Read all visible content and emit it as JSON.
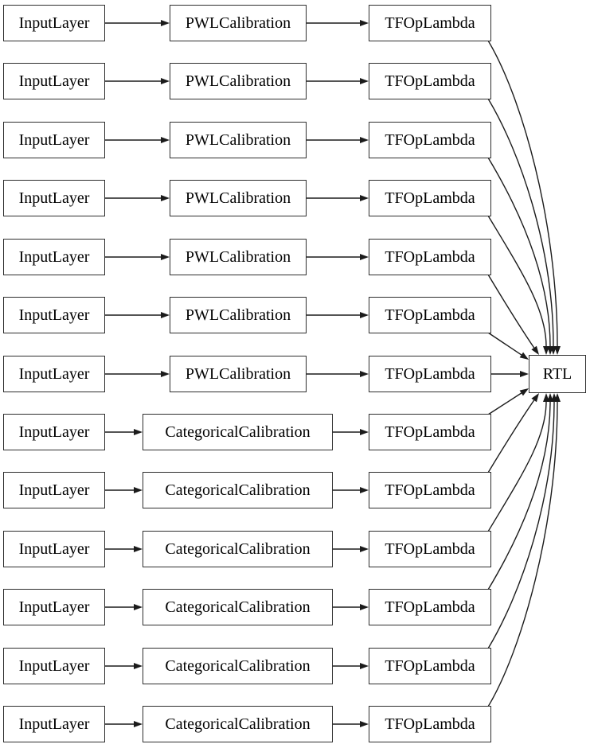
{
  "diagram": {
    "kind": "keras-model-graph",
    "sink_label": "RTL",
    "rows": [
      {
        "input_label": "InputLayer",
        "calibration_label": "PWLCalibration",
        "lambda_label": "TFOpLambda"
      },
      {
        "input_label": "InputLayer",
        "calibration_label": "PWLCalibration",
        "lambda_label": "TFOpLambda"
      },
      {
        "input_label": "InputLayer",
        "calibration_label": "PWLCalibration",
        "lambda_label": "TFOpLambda"
      },
      {
        "input_label": "InputLayer",
        "calibration_label": "PWLCalibration",
        "lambda_label": "TFOpLambda"
      },
      {
        "input_label": "InputLayer",
        "calibration_label": "PWLCalibration",
        "lambda_label": "TFOpLambda"
      },
      {
        "input_label": "InputLayer",
        "calibration_label": "PWLCalibration",
        "lambda_label": "TFOpLambda"
      },
      {
        "input_label": "InputLayer",
        "calibration_label": "PWLCalibration",
        "lambda_label": "TFOpLambda"
      },
      {
        "input_label": "InputLayer",
        "calibration_label": "CategoricalCalibration",
        "lambda_label": "TFOpLambda"
      },
      {
        "input_label": "InputLayer",
        "calibration_label": "CategoricalCalibration",
        "lambda_label": "TFOpLambda"
      },
      {
        "input_label": "InputLayer",
        "calibration_label": "CategoricalCalibration",
        "lambda_label": "TFOpLambda"
      },
      {
        "input_label": "InputLayer",
        "calibration_label": "CategoricalCalibration",
        "lambda_label": "TFOpLambda"
      },
      {
        "input_label": "InputLayer",
        "calibration_label": "CategoricalCalibration",
        "lambda_label": "TFOpLambda"
      },
      {
        "input_label": "InputLayer",
        "calibration_label": "CategoricalCalibration",
        "lambda_label": "TFOpLambda"
      }
    ],
    "edges": {
      "per_row": [
        "input->calibration",
        "calibration->lambda"
      ],
      "to_sink": "every lambda -> RTL"
    },
    "colors": {
      "background": "#ffffff",
      "node_fill": "#ffffff",
      "node_border": "#2e2e2e",
      "edge": "#1b1b1b",
      "text": "#000000"
    }
  }
}
